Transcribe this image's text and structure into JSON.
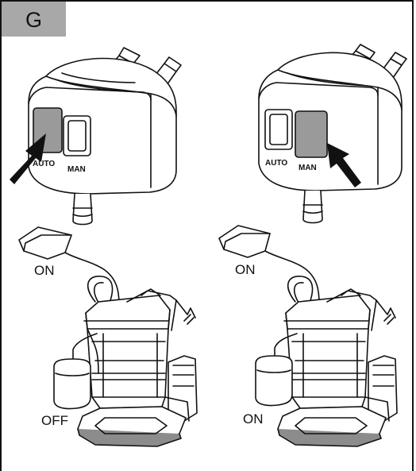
{
  "section": {
    "letter": "G"
  },
  "plugs": [
    {
      "left_button": "AUTO",
      "right_button": "MAN",
      "pressed": "AUTO"
    },
    {
      "left_button": "AUTO",
      "right_button": "MAN",
      "pressed": "MAN"
    }
  ],
  "pumps": [
    {
      "float_top_label": "ON",
      "float_bottom_label": "OFF"
    },
    {
      "float_top_label": "ON",
      "float_bottom_label": "ON"
    }
  ],
  "colors": {
    "tab": "#a8a8a8",
    "line": "#111111",
    "pressed_button": "#9a9a9a",
    "base_gray": "#8c8c8c"
  }
}
